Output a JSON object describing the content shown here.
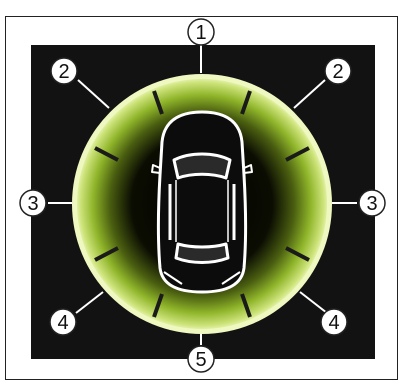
{
  "callouts": [
    {
      "id": "front",
      "label": "1"
    },
    {
      "id": "front-left",
      "label": "2"
    },
    {
      "id": "front-right",
      "label": "2"
    },
    {
      "id": "left",
      "label": "3"
    },
    {
      "id": "right",
      "label": "3"
    },
    {
      "id": "rear-left",
      "label": "4"
    },
    {
      "id": "rear-right",
      "label": "4"
    },
    {
      "id": "rear",
      "label": "5"
    }
  ],
  "colors": {
    "background": "#111111",
    "ring_glow": "#9bbf2a",
    "ring_outer": "#e8f6b0",
    "sensor_dividers": "#1a1a1a",
    "car_outline": "#ffffff"
  },
  "icons": [
    "car-top-view-icon"
  ]
}
